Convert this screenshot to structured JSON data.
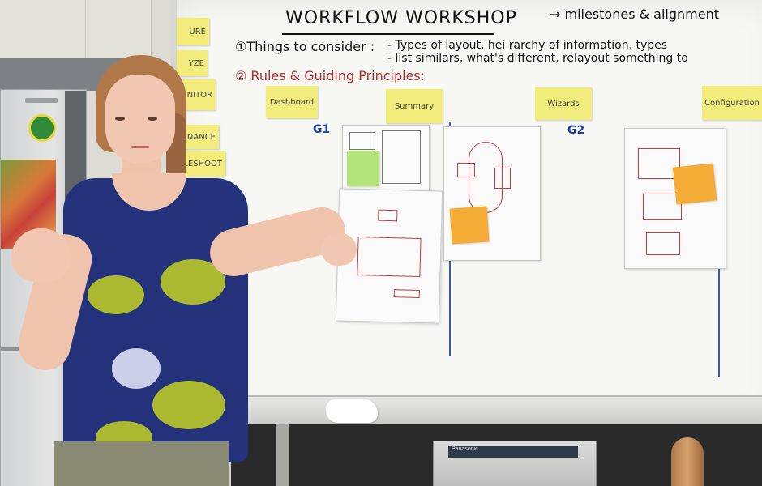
{
  "board": {
    "title": "WORKFLOW WORKSHOP",
    "title_suffix": "→ milestones & alignment",
    "line1_prefix": "①Things to consider :",
    "line1_a": "- Types of layout, hei rarchy of information, types",
    "line1_b": "- list similars, what's different, relayout something to",
    "line2": "② Rules & Guiding Principles:",
    "group_labels": [
      "G1",
      "G2"
    ],
    "column_stickies": [
      "Dashboard",
      "Summary",
      "Wizards",
      "Configuration"
    ],
    "side_stickies": [
      "URE",
      "YZE",
      "NITOR",
      "NTENANCE",
      "OUBLESHOOT"
    ]
  },
  "colors": {
    "sticky_yellow": "#f1ec7c",
    "sticky_orange": "#f5ac36",
    "sticky_green": "#b4e37c",
    "marker_red": "#b8282a",
    "marker_blue": "#1a3fae",
    "shirt_navy": "#23327a"
  },
  "printer": {
    "brand": "Panasonic"
  }
}
